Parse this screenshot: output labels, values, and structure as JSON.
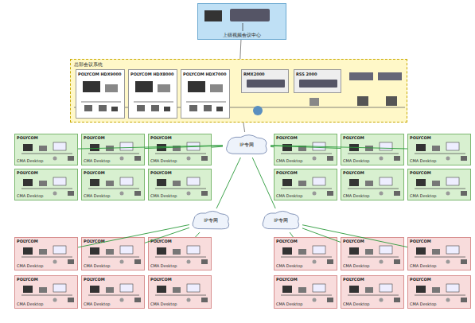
{
  "diagram": {
    "nodes": [
      {
        "text": [
          "上级视频会议中心"
        ]
      },
      {
        "text": [
          "总部会议系统"
        ]
      },
      {
        "text": [
          "POLYCOM HDX9000"
        ],
        "in": 1
      },
      {
        "text": [
          "POLYCOM HDX8000"
        ],
        "in": 1
      },
      {
        "text": [
          "POLYCOM HDX7000"
        ],
        "in": 1
      },
      {
        "text": [
          "RMX2000"
        ],
        "in": 1
      },
      {
        "text": [
          "RSS 2000"
        ],
        "in": 1
      },
      {
        "text": [
          "IP专网"
        ]
      },
      {
        "text": [
          "IP专网"
        ]
      },
      {
        "text": [
          "IP专网"
        ]
      },
      {
        "text": [
          "POLYCOM",
          "CMA Desktop"
        ]
      },
      {
        "text": [
          "POLYCOM",
          "CMA Desktop"
        ]
      },
      {
        "text": [
          "POLYCOM",
          "CMA Desktop"
        ]
      },
      {
        "text": [
          "POLYCOM",
          "CMA Desktop"
        ]
      },
      {
        "text": [
          "POLYCOM",
          "CMA Desktop"
        ]
      },
      {
        "text": [
          "POLYCOM",
          "CMA Desktop"
        ]
      },
      {
        "text": [
          "POLYCOM",
          "CMA Desktop"
        ]
      },
      {
        "text": [
          "POLYCOM",
          "CMA Desktop"
        ]
      },
      {
        "text": [
          "POLYCOM",
          "CMA Desktop"
        ]
      },
      {
        "text": [
          "POLYCOM",
          "CMA Desktop"
        ]
      },
      {
        "text": [
          "POLYCOM",
          "CMA Desktop"
        ]
      },
      {
        "text": [
          "POLYCOM",
          "CMA Desktop"
        ]
      },
      {
        "text": [
          "POLYCOM",
          "CMA Desktop"
        ]
      },
      {
        "text": [
          "POLYCOM",
          "CMA Desktop"
        ]
      },
      {
        "text": [
          "POLYCOM",
          "CMA Desktop"
        ]
      },
      {
        "text": [
          "POLYCOM",
          "CMA Desktop"
        ]
      },
      {
        "text": [
          "POLYCOM",
          "CMA Desktop"
        ]
      },
      {
        "text": [
          "POLYCOM",
          "CMA Desktop"
        ]
      },
      {
        "text": [
          "POLYCOM",
          "CMA Desktop"
        ]
      },
      {
        "text": [
          "POLYCOM",
          "CMA Desktop"
        ]
      },
      {
        "text": [
          "POLYCOM",
          "CMA Desktop"
        ]
      },
      {
        "text": [
          "POLYCOM",
          "CMA Desktop"
        ]
      },
      {
        "text": [
          "POLYCOM",
          "CMA Desktop"
        ]
      },
      {
        "text": [
          "POLYCOM",
          "CMA Desktop"
        ]
      }
    ],
    "edges": [
      {
        "from": 0,
        "to": 1,
        "arrow": "none"
      },
      {
        "from": 1,
        "to": 7,
        "arrow": "none"
      },
      {
        "from": 7,
        "to": 10,
        "arrow": "none"
      },
      {
        "from": 7,
        "to": 11,
        "arrow": "none"
      },
      {
        "from": 7,
        "to": 12,
        "arrow": "none"
      },
      {
        "from": 7,
        "to": 13,
        "arrow": "none"
      },
      {
        "from": 7,
        "to": 14,
        "arrow": "none"
      },
      {
        "from": 7,
        "to": 15,
        "arrow": "none"
      },
      {
        "from": 7,
        "to": 8,
        "arrow": "none"
      },
      {
        "from": 7,
        "to": 9,
        "arrow": "none"
      },
      {
        "from": 8,
        "to": 22,
        "arrow": "none"
      },
      {
        "from": 8,
        "to": 23,
        "arrow": "none"
      },
      {
        "from": 8,
        "to": 24,
        "arrow": "none"
      },
      {
        "from": 9,
        "to": 25,
        "arrow": "none"
      },
      {
        "from": 9,
        "to": 26,
        "arrow": "none"
      },
      {
        "from": 9,
        "to": 27,
        "arrow": "none"
      }
    ]
  }
}
